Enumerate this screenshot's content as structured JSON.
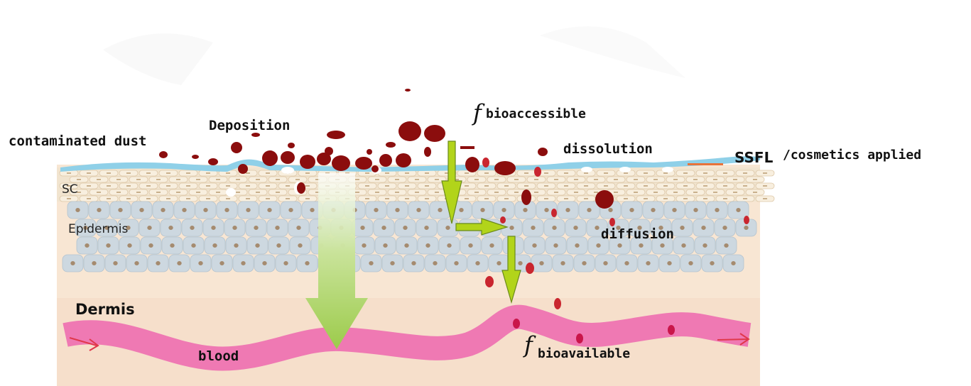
{
  "labels": {
    "contaminated_dust": "contaminated dust",
    "deposition": "Deposition",
    "f_symbol": "f",
    "bioaccessible": "bioaccessible",
    "dissolution": "dissolution",
    "ssfl": "SSFL",
    "cosmetics_applied": "/cosmetics applied",
    "sc": "SC",
    "epidermis": "Epidermis",
    "diffusion": "diffusion",
    "dermis": "Dermis",
    "blood": "blood",
    "bioavailable": "bioavailable"
  },
  "colors": {
    "dermis": "#f8e6d3",
    "epidermis_cell": "#cdd8e0",
    "cell_nucleus": "#a58b6f",
    "stratum_corneum": "#f1e4cf",
    "sc_cell_outline": "#ddc8a8",
    "surface_film": "#8fd0e8",
    "blood_vessel": "#ef79b3",
    "particle_dark": "#8b0d0d",
    "particle_red": "#c9262f",
    "arrow_green": "#b2d41a",
    "arrow_big_green": "#a8cf54",
    "arrow_red": "#e0384b"
  }
}
